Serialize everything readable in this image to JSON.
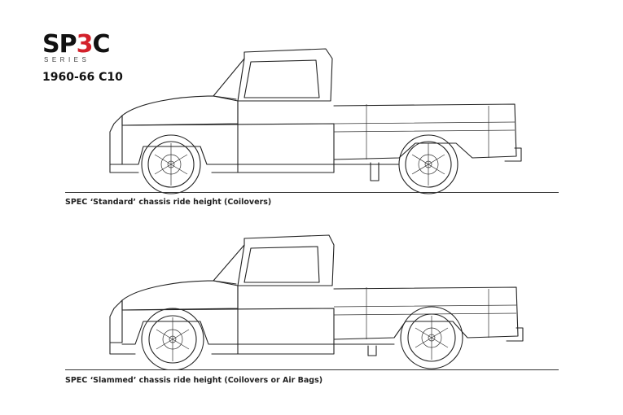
{
  "logo": {
    "main_prefix": "SP",
    "main_accent": "3",
    "main_suffix": "C",
    "sub": "SERIES"
  },
  "model": "1960-66 C10",
  "views": [
    {
      "caption": "SPEC ‘Standard’ chassis ride height (Coilovers)"
    },
    {
      "caption": "SPEC ‘Slammed’ chassis ride height (Coilovers or Air Bags)"
    }
  ],
  "icons": {
    "truck": "pickup-truck-icon",
    "wheel": "wheel-icon"
  }
}
